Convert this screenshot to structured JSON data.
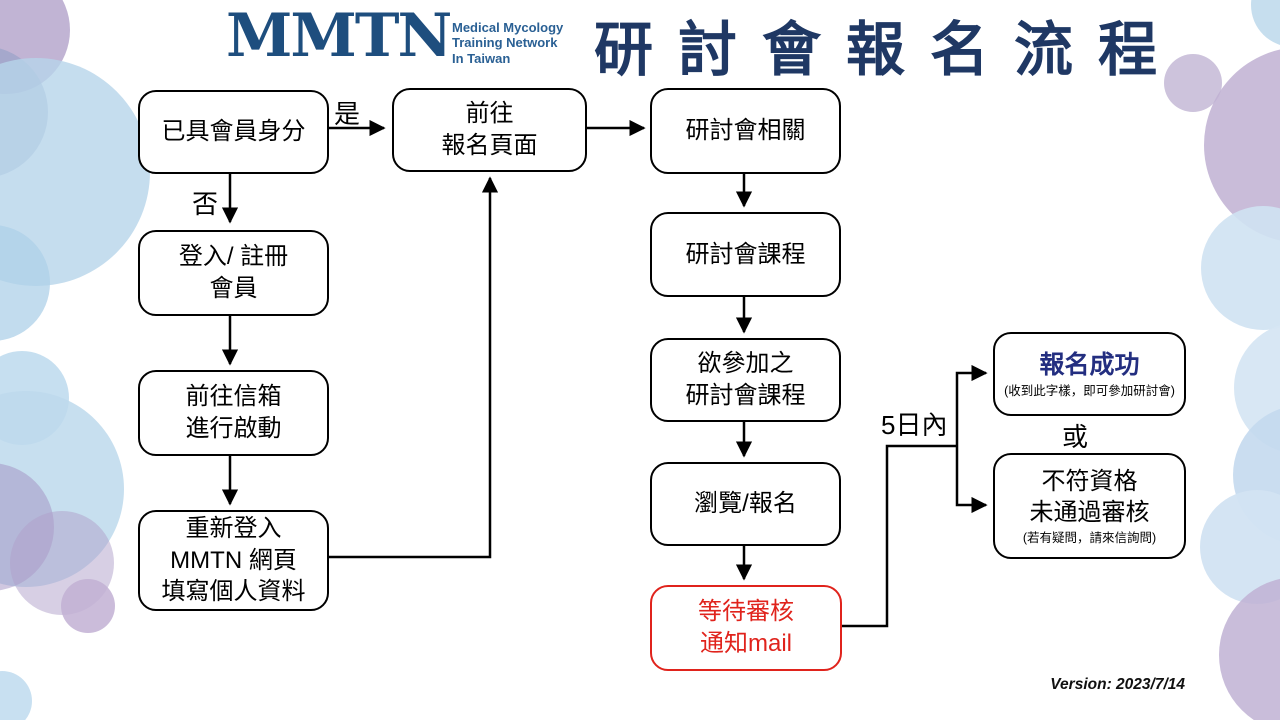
{
  "header": {
    "logo_text": "MMTN",
    "logo_subtitle_line1": "Medical Mycology",
    "logo_subtitle_line2": "Training Network",
    "logo_subtitle_line3": "In Taiwan",
    "title": "研討會報名流程"
  },
  "nodes": {
    "member_check": {
      "line1": "已具會員身分"
    },
    "login_register": {
      "line1": "登入/ 註冊",
      "line2": "會員"
    },
    "activate_mailbox": {
      "line1": "前往信箱",
      "line2": "進行啟動"
    },
    "relogin_fill_profile": {
      "line1": "重新登入",
      "line2": "MMTN 網頁",
      "line3": "填寫個人資料"
    },
    "goto_registration_page": {
      "line1": "前往",
      "line2": "報名頁面"
    },
    "seminar_related": {
      "line1": "研討會相關"
    },
    "seminar_courses": {
      "line1": "研討會課程"
    },
    "desired_seminar_courses": {
      "line1": "欲參加之",
      "line2": "研討會課程"
    },
    "browse_register": {
      "line1": "瀏覽/報名"
    },
    "wait_review_mail": {
      "line1": "等待審核",
      "line2": "通知mail"
    },
    "registration_success": {
      "title": "報名成功",
      "note": "(收到此字樣，即可參加研討會)"
    },
    "not_qualified": {
      "line1": "不符資格",
      "line2": "未通過審核",
      "note": "(若有疑問，請來信詢問)"
    }
  },
  "labels": {
    "yes": "是",
    "no": "否",
    "within_days": "5日內",
    "or": "或",
    "version": "Version: 2023/7/14"
  },
  "colors": {
    "title_navy": "#1f3864",
    "logo_blue": "#1e4e7e",
    "success_navy": "#232e80",
    "alert_red": "#e0231c"
  }
}
